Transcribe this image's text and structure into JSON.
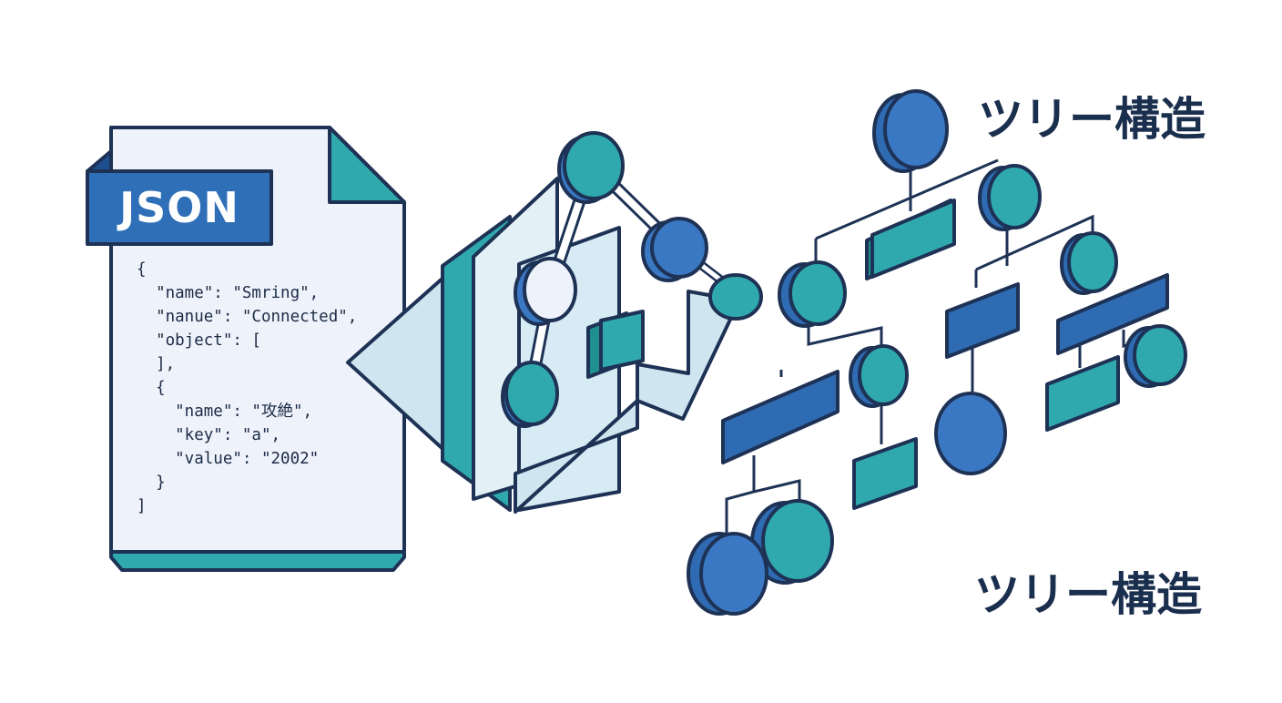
{
  "document": {
    "badge": "JSON",
    "code_lines": [
      "{",
      "  \"name\": \"Smring\",",
      "  \"nanue\": \"Connected\",",
      "  \"object\": [",
      "  ],",
      "  {",
      "    \"name\": \"攻絶\",",
      "    \"key\": \"a\",",
      "    \"value\": \"2002\"",
      "  }",
      "]"
    ]
  },
  "labels": {
    "tree_title_top": "ツリー構造",
    "tree_title_bottom": "ツリー構造"
  },
  "colors": {
    "outline": "#1e3255",
    "blue": "#3b78c4",
    "teal": "#2fa9ad",
    "paper": "#eef3fb",
    "ribbon": "#2f6fb7",
    "light": "#cfe6f0"
  }
}
